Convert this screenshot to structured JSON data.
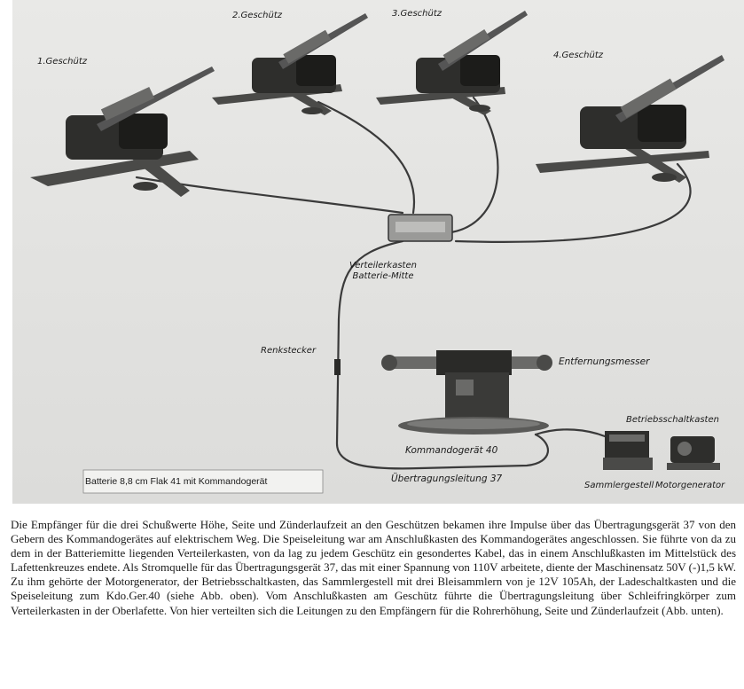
{
  "figure": {
    "labels": {
      "gun1": "1.Geschütz",
      "gun2": "2.Geschütz",
      "gun3": "3.Geschütz",
      "gun4": "4.Geschütz",
      "distribution_box_line1": "Verteilerkasten",
      "distribution_box_line2": "Batterie-Mitte",
      "plug": "Renkstecker",
      "rangefinder": "Entfernungsmesser",
      "command_device": "Kommandogerät 40",
      "transmission_line": "Übertragungsleitung 37",
      "switch_box": "Betriebsschaltkasten",
      "battery_rack": "Sammlergestell",
      "motor_generator": "Motorgenerator"
    },
    "caption": "Batterie 8,8 cm Flak 41 mit Kommandogerät"
  },
  "body_text": "Die Empfänger für die drei Schußwerte Höhe, Seite und Zünderlaufzeit an den Geschützen bekamen ihre Impulse über das Übertragungsgerät 37 von den Gebern des Kommandogerätes auf elektrischem Weg. Die Speiseleitung war am Anschlußkasten des Kommandogerätes angeschlossen. Sie führte von da zu dem in der Batteriemitte liegenden Verteilerkasten, von da lag zu jedem Geschütz ein gesondertes Kabel, das in einem Anschlußkasten im Mittelstück des Lafettenkreuzes endete. Als Stromquelle für das Übertragungsgerät 37, das mit einer Spannung von 110V arbeitete, diente der Maschinensatz 50V (-)1,5 kW. Zu ihm gehörte der Motorgenerator, der Betriebsschaltkasten, das Sammlergestell mit drei Bleisammlern von je 12V 105Ah, der Ladeschaltkasten und die Speiseleitung zum Kdo.Ger.40 (siehe Abb. oben). Vom Anschlußkasten am Geschütz führte die Übertragungsleitung über Schleifringkörper zum Verteilerkasten in der Oberlafette. Von hier verteilten sich die Leitungen zu den Empfängern für die Rohrerhöhung, Seite und Zünderlaufzeit (Abb. unten)."
}
